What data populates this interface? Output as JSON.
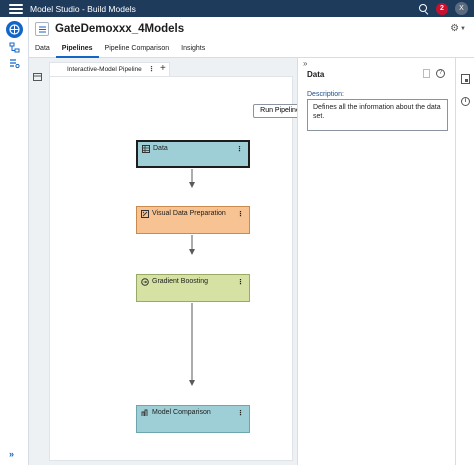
{
  "app": {
    "title": "Model Studio - Build Models",
    "notifications_count": "2",
    "user_initial": "X"
  },
  "project": {
    "title": "GateDemoxxx_4Models"
  },
  "tabs": [
    {
      "label": "Data"
    },
    {
      "label": "Pipelines"
    },
    {
      "label": "Pipeline Comparison"
    },
    {
      "label": "Insights"
    }
  ],
  "pipeline": {
    "tab_label": "Interactive-Model Pipeline",
    "run_label": "Run Pipeline",
    "nodes": [
      {
        "label": "Data"
      },
      {
        "label": "Visual Data Preparation"
      },
      {
        "label": "Gradient Boosting"
      },
      {
        "label": "Model Comparison"
      }
    ]
  },
  "panel": {
    "title": "Data",
    "description_label": "Description:",
    "description_value": "Defines all the information about the data set."
  },
  "colors": {
    "topbar": "#1f3b5c",
    "accent": "#1366c6",
    "node_data": "#9fcfd6",
    "node_prep": "#f7c392",
    "node_model": "#d5e2a3",
    "badge": "#c8102e"
  }
}
